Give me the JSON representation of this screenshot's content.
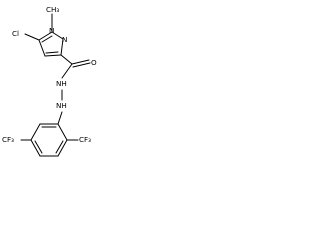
{
  "labels": {
    "cl": "Cl",
    "n_methyl": "N",
    "methyl": "CH₃"
  },
  "atoms": {
    "n_ring1": "N",
    "n_ring2": "N",
    "o_carbonyl": "O",
    "nh_upper": "NH",
    "nh_lower": "NH",
    "cf3_left": "CF₃",
    "cf3_right": "CF₃"
  }
}
